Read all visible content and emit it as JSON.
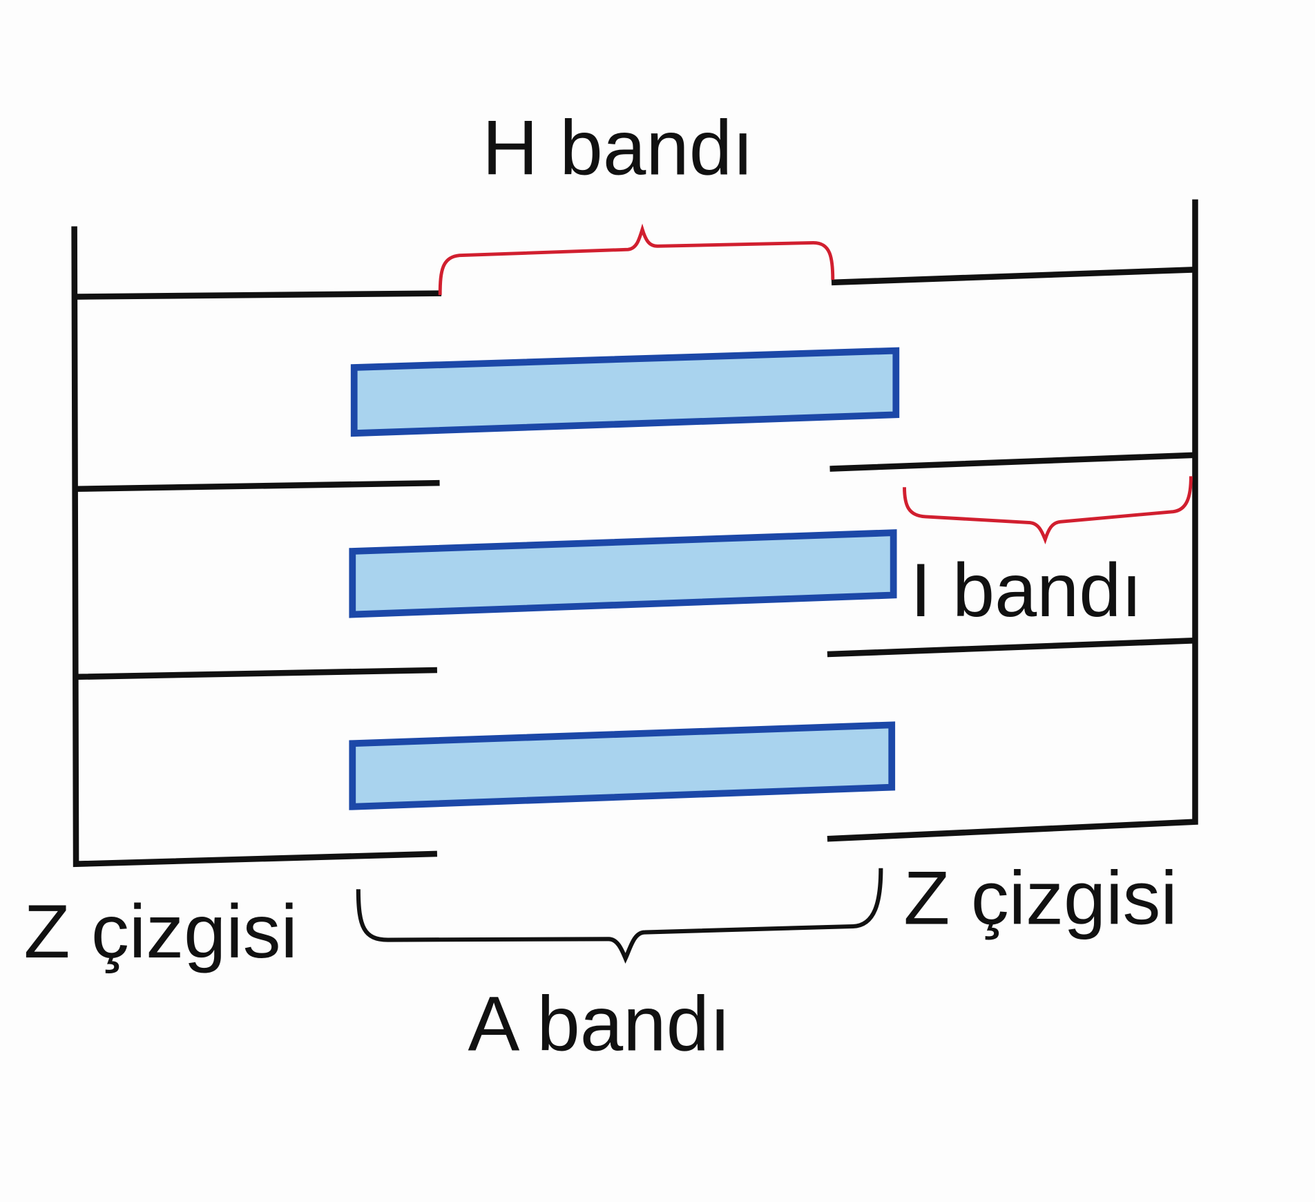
{
  "labels": {
    "h_band": "H bandı",
    "i_band": "I bandı",
    "a_band": "A bandı",
    "z_line_left": "Z çizgisi",
    "z_line_right": "Z çizgisi"
  },
  "colors": {
    "myosin_fill": "#a9d3ee",
    "myosin_stroke": "#1c48a8",
    "brace_red": "#d11f2f",
    "line": "#111111"
  }
}
